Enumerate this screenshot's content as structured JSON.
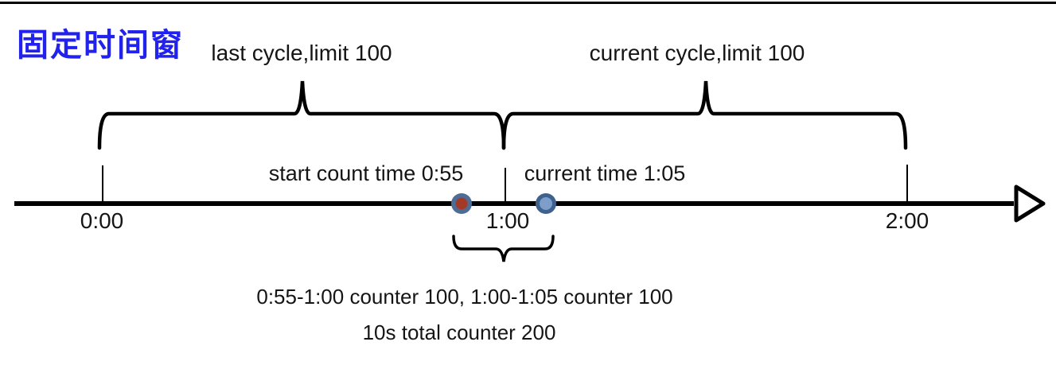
{
  "title": "固定时间窗",
  "colors": {
    "title_blue": "#2222ee",
    "diagram_black": "#000000",
    "start_dot_ring": "#4d6d96",
    "start_dot_fill": "#a33a28",
    "current_dot_ring": "#3f618e",
    "current_dot_fill": "#7d9dcb"
  },
  "cycles": [
    {
      "label": "last cycle,limit 100"
    },
    {
      "label": "current cycle,limit 100"
    }
  ],
  "timeline": {
    "ticks": [
      {
        "label": "0:00"
      },
      {
        "label": "1:00"
      },
      {
        "label": "2:00"
      }
    ],
    "markers": [
      {
        "label": "start count time 0:55",
        "time": "0:55",
        "dot": "red-dot"
      },
      {
        "label": "current time 1:05",
        "time": "1:05",
        "dot": "blue-dot"
      }
    ]
  },
  "annotations": {
    "counter_line1": "0:55-1:00 counter 100, 1:00-1:05 counter 100",
    "counter_line2": "10s total counter 200"
  }
}
